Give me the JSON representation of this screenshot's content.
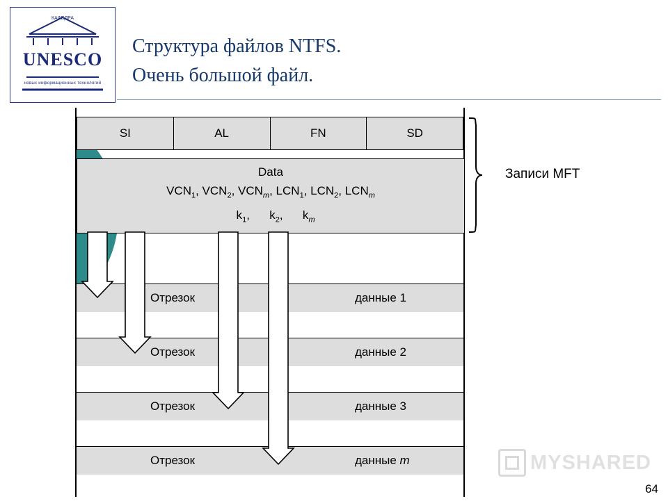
{
  "slide": {
    "title_line1": "Структура файлов NTFS.",
    "title_line2": "Очень большой файл.",
    "page_number": "64",
    "accent_color": "#1f7a7a",
    "title_color": "#183a6b"
  },
  "logo": {
    "top_text": "КАФЕДРА",
    "name": "UNESCO",
    "subtitle": "новых информационных технологий"
  },
  "mft": {
    "attributes": [
      "SI",
      "AL",
      "FN",
      "SD"
    ],
    "data_title": "Data",
    "data_vcn_line": "VCN1, VCN2, VCNm, LCN1, LCN2, LCNm",
    "data_k_line": "k1,      k2,         km",
    "bracket_label": "Записи MFT"
  },
  "runs": [
    {
      "segment_label": "Отрезок",
      "data_label": "данные 1"
    },
    {
      "segment_label": "Отрезок",
      "data_label": "данные 2"
    },
    {
      "segment_label": "Отрезок",
      "data_label": "данные 3"
    },
    {
      "segment_label": "Отрезок",
      "data_label": "данные m"
    }
  ],
  "watermark": {
    "text": "MYSHARED",
    "icon": "share-icon"
  }
}
